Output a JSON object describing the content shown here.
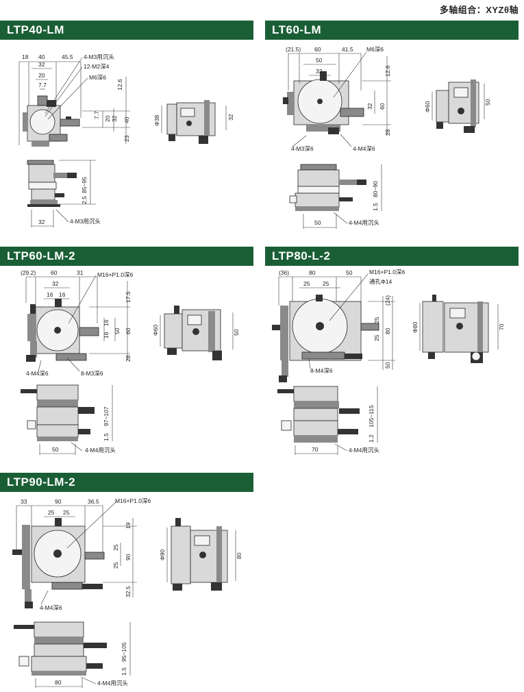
{
  "header": {
    "title": "多轴组合：XYZθ轴"
  },
  "sections": [
    {
      "title": "LTP40-LM",
      "top_dims": [
        "18",
        "40",
        "45.5"
      ],
      "inner_dims": [
        "32",
        "20",
        "7.7"
      ],
      "callouts": [
        "4-M3用沉头",
        "12-M2深4",
        "M6深6"
      ],
      "right_dims": [
        "12.6",
        "7.7",
        "20",
        "32",
        "40",
        "23"
      ],
      "side_dims": [
        "Φ38",
        "32"
      ],
      "front_dims": [
        "85~95",
        "2.5"
      ],
      "bottom_dims": [
        "32"
      ],
      "bottom_callout": "4-M3用沉头"
    },
    {
      "title": "LT60-LM",
      "top_dims": [
        "(21.5)",
        "60",
        "41.5"
      ],
      "inner_dims": [
        "50",
        "32"
      ],
      "callouts": [
        "M6深6"
      ],
      "right_dims": [
        "12.6",
        "32",
        "60",
        "28"
      ],
      "lower_callouts": [
        "4-M3深6",
        "4-M4深6"
      ],
      "side_dims": [
        "Φ60",
        "50"
      ],
      "front_dims": [
        "80~90",
        "1.5"
      ],
      "bottom_dims": [
        "50"
      ],
      "bottom_callout": "4-M4用沉头"
    },
    {
      "title": "LTP60-LM-2",
      "top_dims": [
        "(29.2)",
        "60",
        "31"
      ],
      "inner_dims": [
        "32",
        "16",
        "16"
      ],
      "callouts": [
        "M16×P1.0深6"
      ],
      "right_dims": [
        "17.5",
        "16",
        "16",
        "50",
        "60",
        "28"
      ],
      "lower_callouts": [
        "4-M4深6",
        "8-M3深6"
      ],
      "side_dims": [
        "Φ60",
        "50"
      ],
      "front_dims": [
        "97~107",
        "1.5"
      ],
      "bottom_dims": [
        "50"
      ],
      "bottom_callout": "4-M4用沉头"
    },
    {
      "title": "LTP80-L-2",
      "top_dims": [
        "(36)",
        "80",
        "50"
      ],
      "inner_dims": [
        "25",
        "25"
      ],
      "callouts": [
        "M16×P1.0深6",
        "通孔Φ14"
      ],
      "right_dims": [
        "(24)",
        "25",
        "25",
        "80",
        "50"
      ],
      "lower_callouts": [
        "8-M4深6"
      ],
      "side_dims": [
        "Φ80",
        "70"
      ],
      "front_dims": [
        "105~115",
        "1.2"
      ],
      "bottom_dims": [
        "70"
      ],
      "bottom_callout": "4-M4用沉头"
    },
    {
      "title": "LTP90-LM-2",
      "top_dims": [
        "33",
        "90",
        "36.5"
      ],
      "inner_dims": [
        "25",
        "25"
      ],
      "callouts": [
        "M16×P1.0深6"
      ],
      "right_dims": [
        "19",
        "25",
        "25",
        "90",
        "32.5"
      ],
      "lower_callouts": [
        "4-M4深6"
      ],
      "side_dims": [
        "Φ90",
        "80"
      ],
      "front_dims": [
        "95~105",
        "1.5"
      ],
      "bottom_dims": [
        "80"
      ],
      "bottom_callout": "4-M4用沉头"
    }
  ]
}
